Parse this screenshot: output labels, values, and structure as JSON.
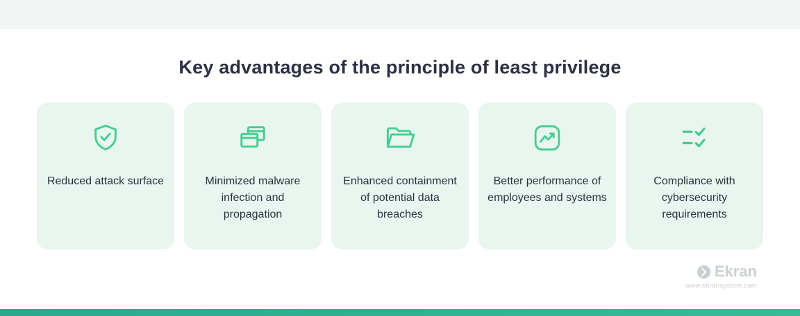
{
  "title": "Key advantages of the principle of least privilege",
  "cards": [
    {
      "label": "Reduced attack surface",
      "icon": "shield-check-icon"
    },
    {
      "label": "Minimized malware infection and propagation",
      "icon": "overlapping-windows-icon"
    },
    {
      "label": "Enhanced containment of potential data breaches",
      "icon": "open-folder-icon"
    },
    {
      "label": "Better performance of employees and systems",
      "icon": "trend-chart-icon"
    },
    {
      "label": "Compliance with cybersecurity requirements",
      "icon": "checklist-icon"
    }
  ],
  "footer": {
    "brand": "Ekran",
    "website": "www.ekransystem.com"
  },
  "colors": {
    "accent_green": "#43ce8f",
    "card_background": "#e9f6ef",
    "heading_text": "#2b3142",
    "body_text": "#2b3142",
    "bottom_bar": "#2faf93",
    "top_bar": "#f1f5f4",
    "logo_gray": "#cbd0d6"
  }
}
